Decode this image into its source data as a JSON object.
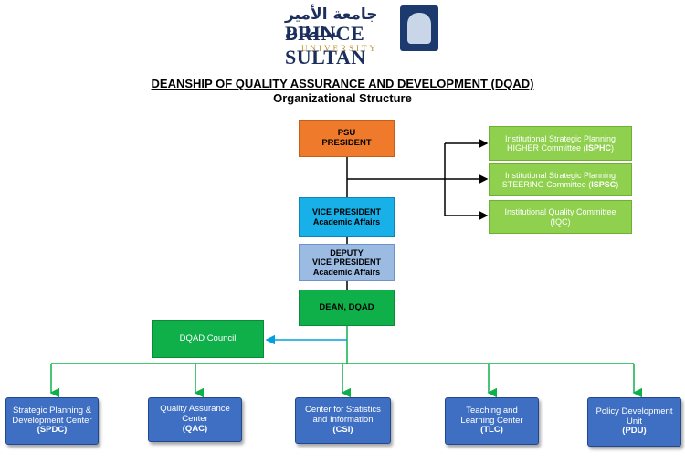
{
  "logo": {
    "arabic": "جامعة الأمير سلطان",
    "name": "PRINCE SULTAN",
    "university": "UNIVERSITY"
  },
  "title": "DEANSHIP OF QUALITY ASSURANCE AND DEVELOPMENT (DQAD)",
  "subtitle": "Organizational Structure",
  "colors": {
    "orange": "#ef7a2b",
    "light_blue": "#17b0e8",
    "pale_blue": "#9bbbe3",
    "green": "#0fb04a",
    "light_green": "#8fd14f",
    "navy": "#3f6fc2",
    "connector_blue": "#00a0e0"
  },
  "nodes": {
    "president": {
      "line1": "PSU",
      "line2": "PRESIDENT"
    },
    "vp": {
      "line1": "VICE PRESIDENT",
      "line2": "Academic Affairs"
    },
    "deputy": {
      "line1": "DEPUTY",
      "line2": "VICE PRESIDENT",
      "line3": "Academic Affairs"
    },
    "dean": {
      "line1": "DEAN, DQAD"
    },
    "council": {
      "line1": "DQAD Council"
    },
    "ispc_higher": {
      "line1": "Institutional Strategic Planning",
      "line2a": "HIGHER Committee (",
      "abbr": "ISPHC",
      "line2b": ")"
    },
    "ispc_steering": {
      "line1": "Institutional Strategic Planning",
      "line2a": "STEERING Committee (",
      "abbr": "ISPSC",
      "line2b": ")"
    },
    "iqc": {
      "line1": "Institutional Quality Committee",
      "line2": "(IQC)"
    },
    "spdc": {
      "line1": "Strategic Planning &",
      "line2": "Development Center",
      "abbr": "(SPDC)"
    },
    "qac": {
      "line1": "Quality Assurance",
      "line2": "Center",
      "abbr": "(QAC)"
    },
    "csi": {
      "line1": "Center for Statistics",
      "line2": "and Information",
      "abbr": "(CSI)"
    },
    "tlc": {
      "line1": "Teaching and",
      "line2": "Learning Center",
      "abbr": "(TLC)"
    },
    "pdu": {
      "line1": "Policy Development",
      "line2": "Unit",
      "abbr": "(PDU)"
    }
  }
}
